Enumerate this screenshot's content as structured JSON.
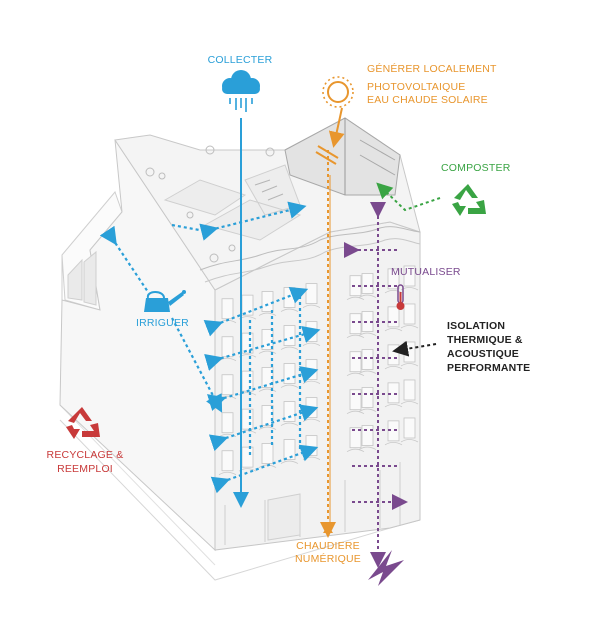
{
  "labels": {
    "collecter": "COLLECTER",
    "generer": "GÉNÉRER LOCALEMENT",
    "photovoltaique": "PHOTOVOLTAIQUE",
    "eau_chaude": "EAU CHAUDE SOLAIRE",
    "composter": "COMPOSTER",
    "mutualiser": "MUTUALISER",
    "irriguer": "IRRIGUER",
    "isolation_1": "ISOLATION",
    "isolation_2": "THERMIQUE &",
    "isolation_3": "ACOUSTIQUE",
    "isolation_4": "PERFORMANTE",
    "recyclage_1": "RECYCLAGE &",
    "recyclage_2": "REEMPLOI",
    "chaudiere_1": "CHAUDIERE",
    "chaudiere_2": "NUMÉRIQUE"
  },
  "icons": {
    "rain": "rain-cloud-icon",
    "sun": "sun-icon",
    "recycle_green": "recycle-icon",
    "recycle_red": "recycle-icon",
    "watering": "watering-can-icon",
    "thermo": "thermometer-icon",
    "bolt": "lightning-icon"
  },
  "colors": {
    "water": "#2a9fd8",
    "energy": "#e8962e",
    "compost": "#3aa444",
    "shared": "#7a4a8e",
    "recycle": "#c83a3a",
    "insulation": "#222222"
  }
}
